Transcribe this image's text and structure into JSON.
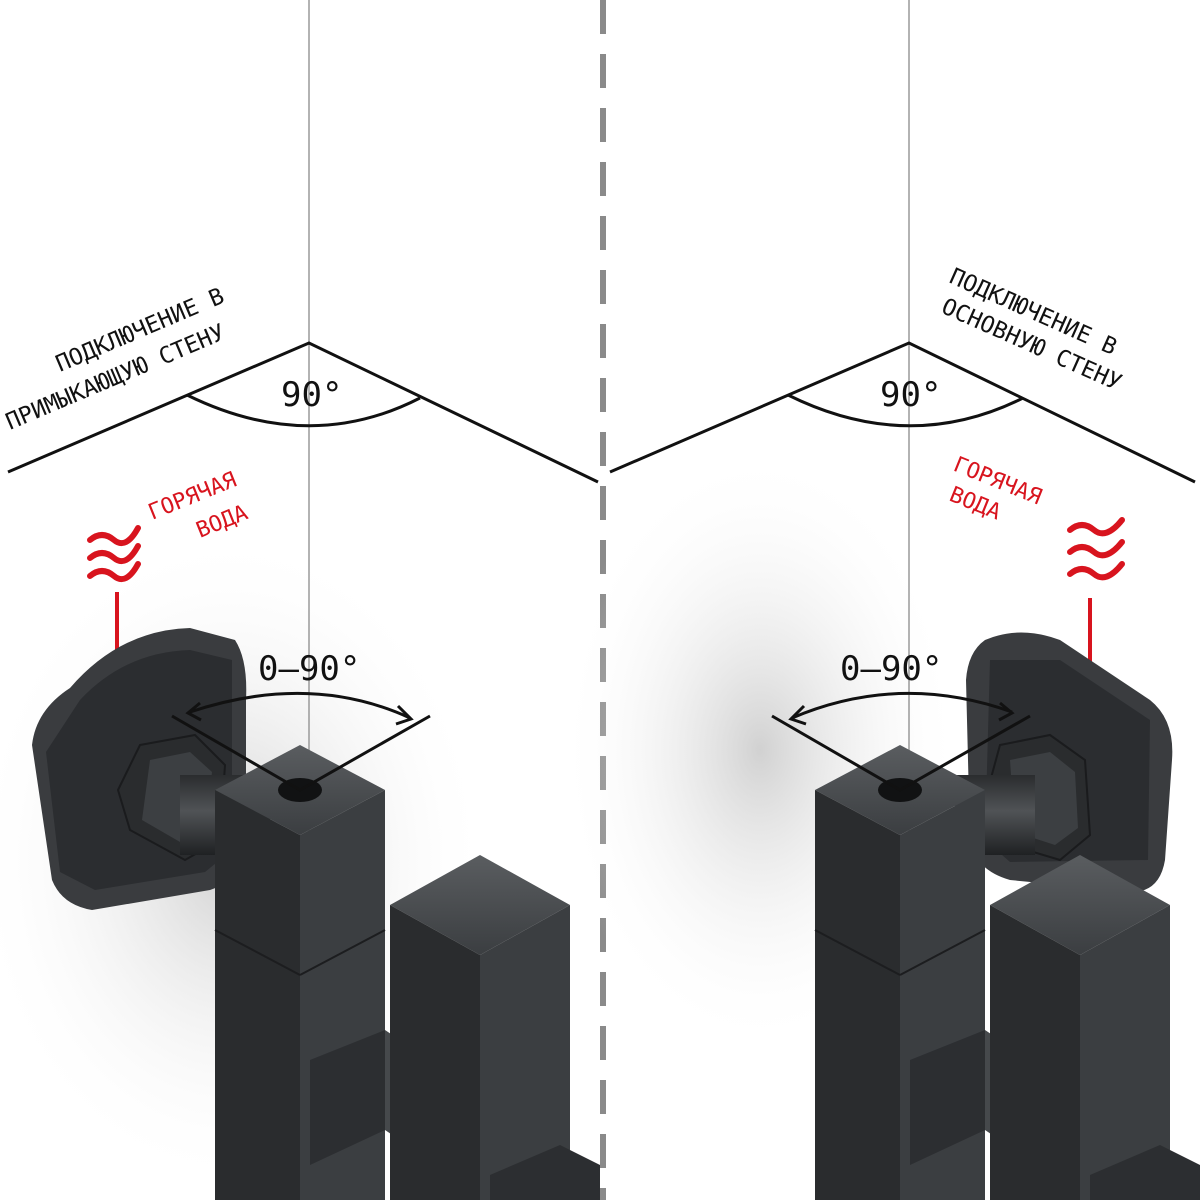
{
  "colors": {
    "background": "#ffffff",
    "wall_line": "#111111",
    "corner_line": "#9a9a9a",
    "divider": "#8a8a8a",
    "hot_water": "#d8141e",
    "metal": "#2f3133"
  },
  "icons": {
    "hot_water": "heat-waves-icon"
  },
  "left_panel": {
    "connection_label_line1": "ПОДКЛЮЧЕНИЕ В",
    "connection_label_line2": "ПРИМЫКАЮЩУЮ СТЕНУ",
    "wall_angle": "90°",
    "hot_water_line1": "ГОРЯЧАЯ",
    "hot_water_line2": "ВОДА",
    "rotation_range": "0–90°"
  },
  "right_panel": {
    "connection_label_line1": "ПОДКЛЮЧЕНИЕ В",
    "connection_label_line2": "ОСНОВНУЮ СТЕНУ",
    "wall_angle": "90°",
    "hot_water_line1": "ГОРЯЧАЯ",
    "hot_water_line2": "ВОДА",
    "rotation_range": "0–90°"
  }
}
